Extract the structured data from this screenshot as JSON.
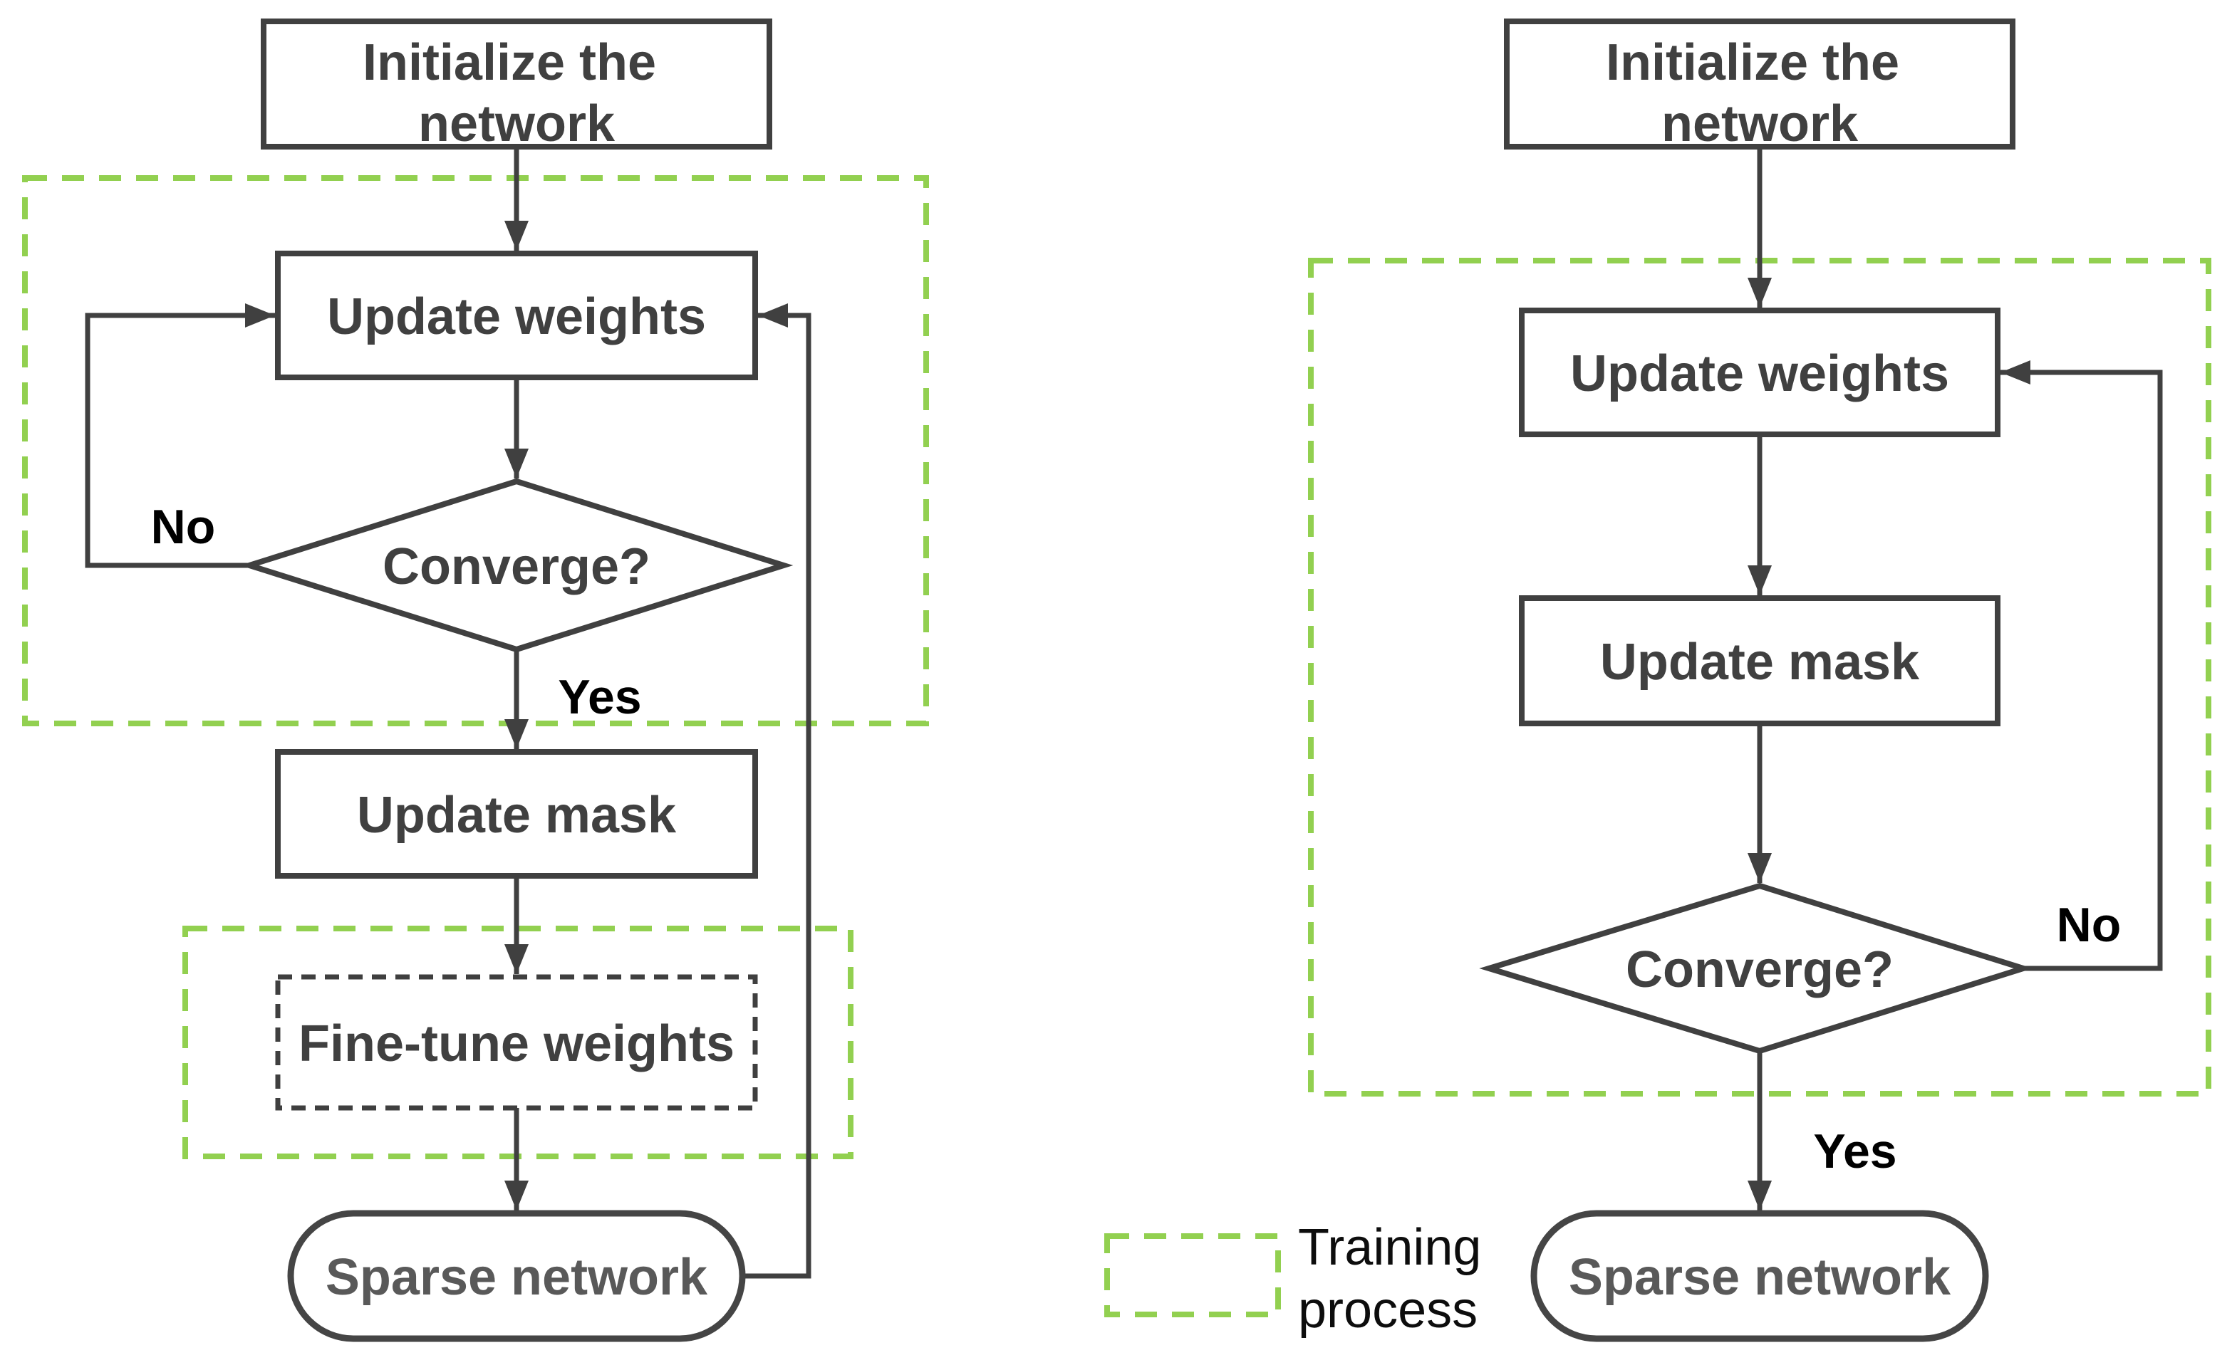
{
  "colors": {
    "outline_dark": "#404040",
    "training_region_green": "#92d050",
    "node_label_gray": "#404040",
    "terminal_label_gray": "#595959",
    "edge_label_black": "#000000",
    "background": "#ffffff"
  },
  "left_flowchart": {
    "nodes": {
      "initialize": {
        "label": "Initialize the network",
        "lines": [
          "Initialize the",
          "network"
        ]
      },
      "update_weights": {
        "label": "Update weights"
      },
      "converge": {
        "label": "Converge?"
      },
      "update_mask": {
        "label": "Update mask"
      },
      "fine_tune": {
        "label": "Fine-tune weights"
      },
      "sparse_network": {
        "label": "Sparse network"
      }
    },
    "edge_labels": {
      "no": "No",
      "yes": "Yes"
    }
  },
  "right_flowchart": {
    "nodes": {
      "initialize": {
        "label": "Initialize the network",
        "lines": [
          "Initialize the",
          "network"
        ]
      },
      "update_weights": {
        "label": "Update weights"
      },
      "update_mask": {
        "label": "Update mask"
      },
      "converge": {
        "label": "Converge?"
      },
      "sparse_network": {
        "label": "Sparse network"
      }
    },
    "edge_labels": {
      "no": "No",
      "yes": "Yes"
    }
  },
  "legend": {
    "label": "Training process",
    "lines": [
      "Training",
      "process"
    ]
  }
}
